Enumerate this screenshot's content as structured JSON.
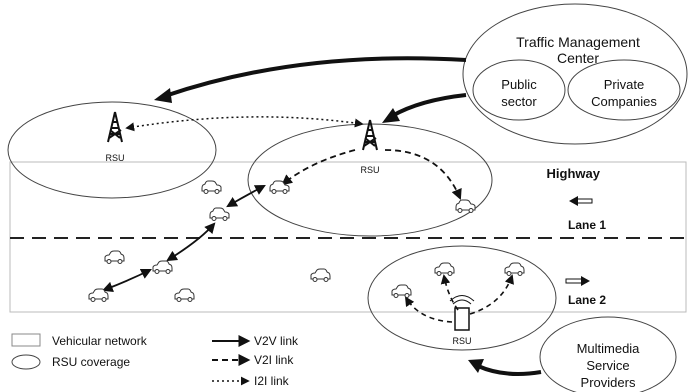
{
  "tmc": {
    "line1": "Traffic Management",
    "line2": "Center"
  },
  "public_sector": {
    "line1": "Public",
    "line2": "sector"
  },
  "private_companies": {
    "line1": "Private",
    "line2": "Companies"
  },
  "rsu_labels": {
    "left": "RSU",
    "center": "RSU",
    "right": "RSU"
  },
  "highway_label": "Highway",
  "lane1_label": "Lane 1",
  "lane2_label": "Lane 2",
  "multimedia": {
    "line1": "Multimedia",
    "line2": "Service",
    "line3": "Providers"
  },
  "legend": {
    "vehicular_network": "Vehicular network",
    "rsu_coverage": "RSU coverage",
    "v2v": "V2V link",
    "v2i": "V2I link",
    "i2i": "I2I link"
  }
}
